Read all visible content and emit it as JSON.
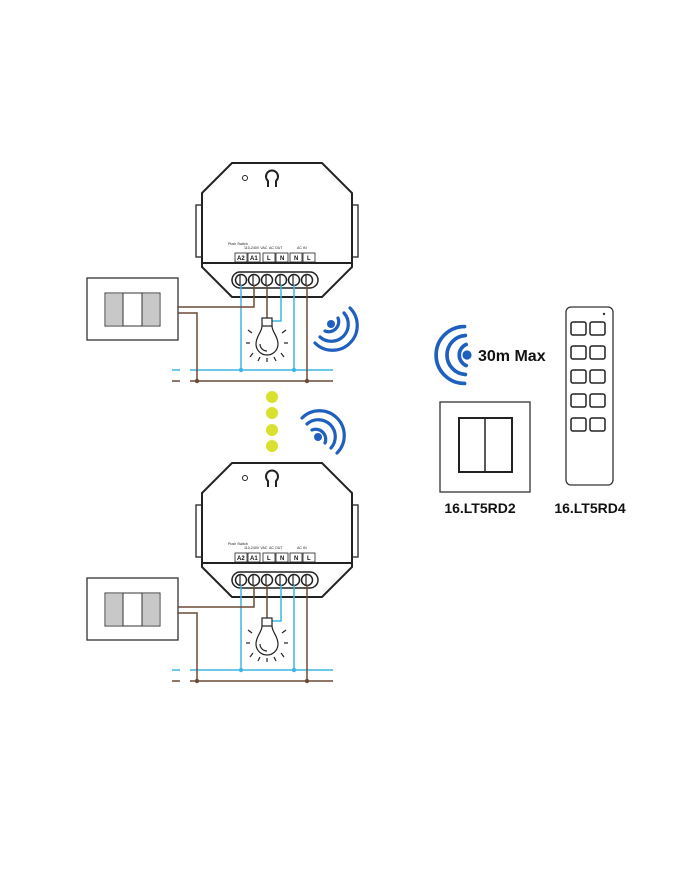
{
  "module": {
    "push_switch_label": "Push Switch",
    "voltage_label": "110-240V VAC",
    "ac_out_label": "AC OUT",
    "ac_in_label": "AC IN",
    "terminals": [
      "A2",
      "A1",
      "L",
      "N",
      "N",
      "L"
    ]
  },
  "range_label": "30m Max",
  "products": [
    {
      "model": "16.LT5RD2",
      "type": "wall-switch"
    },
    {
      "model": "16.LT5RD4",
      "type": "remote-control"
    }
  ],
  "colors": {
    "neutral_wire": "#3fb5e5",
    "live_wire": "#6b4a35",
    "signal": "#1f5fbf",
    "relay_dots": "#d8e030",
    "outline": "#222222"
  },
  "icons": [
    "wifi-signal-icon",
    "light-bulb-icon"
  ]
}
